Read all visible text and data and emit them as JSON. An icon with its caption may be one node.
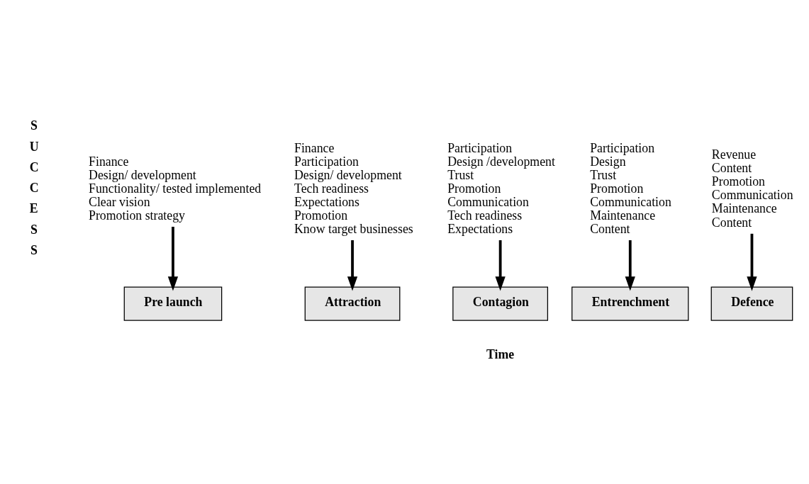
{
  "diagram": {
    "nodes": [
      {
        "text": [
          "Finance",
          "Design/ development",
          "Functionality/ tested implemented",
          "Clear vision",
          "Promotion strategy"
        ]
      },
      {
        "text": [
          "Pre launch"
        ]
      },
      {
        "text": [
          "Finance",
          "Participation",
          "Design/ development",
          "Tech readiness",
          "Expectations",
          "Promotion",
          "Know target businesses"
        ]
      },
      {
        "text": [
          "Attraction"
        ]
      },
      {
        "text": [
          "Participation",
          "Design /development",
          "Trust",
          "Promotion",
          "Communication",
          "Tech readiness",
          "Expectations"
        ]
      },
      {
        "text": [
          "Contagion"
        ]
      },
      {
        "text": [
          "Participation",
          "Design",
          "Trust",
          "Promotion",
          "Communication",
          "Maintenance",
          "Content"
        ]
      },
      {
        "text": [
          "Entrenchment"
        ]
      },
      {
        "text": [
          "Revenue",
          "Content",
          "Promotion",
          "Communication",
          "Maintenance",
          "Content"
        ]
      },
      {
        "text": [
          "Defence"
        ]
      }
    ],
    "edges": [
      {
        "from": 0,
        "to": 1,
        "arrow": "to"
      },
      {
        "from": 2,
        "to": 3,
        "arrow": "to"
      },
      {
        "from": 4,
        "to": 5,
        "arrow": "to"
      },
      {
        "from": 6,
        "to": 7,
        "arrow": "to"
      },
      {
        "from": 8,
        "to": 9,
        "arrow": "to"
      }
    ],
    "labels": [
      "S",
      "U",
      "C",
      "C",
      "E",
      "S",
      "S",
      "Time"
    ]
  }
}
